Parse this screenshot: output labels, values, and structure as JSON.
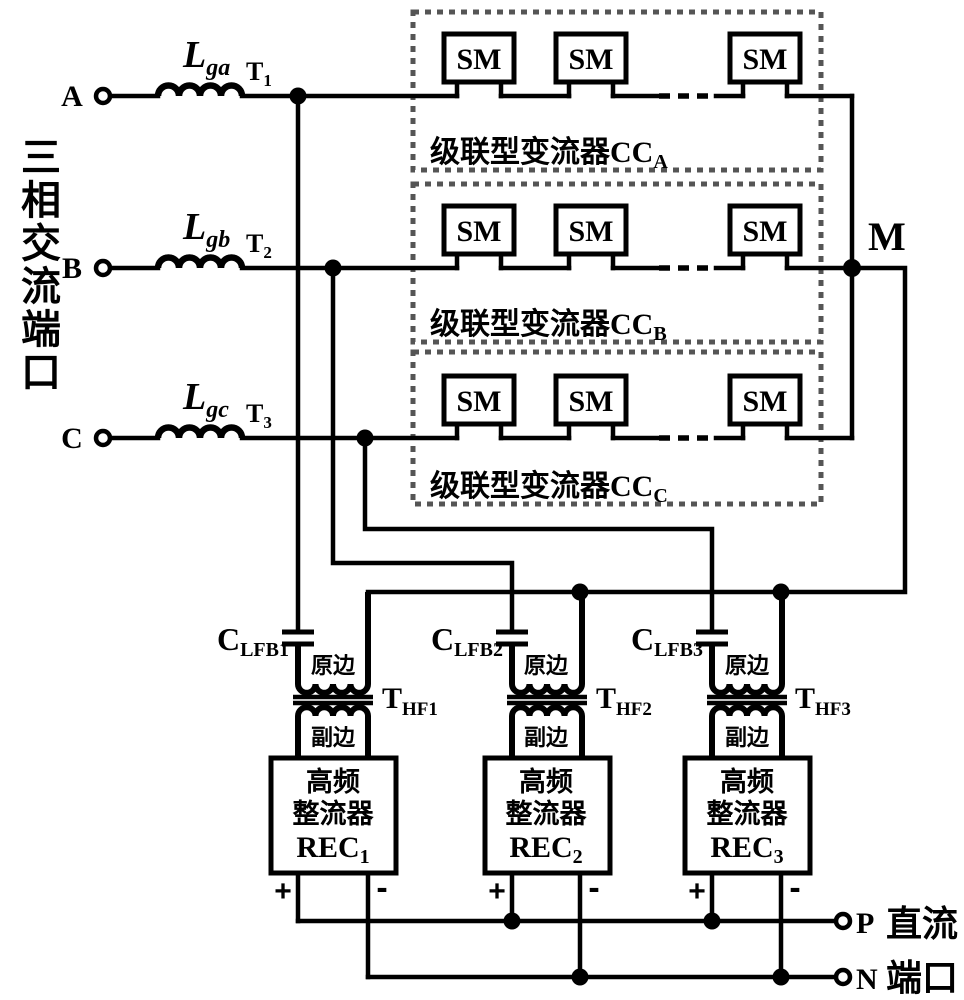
{
  "ac_port_label": "三相交流端口",
  "phases": [
    {
      "name": "A",
      "l_main": "L",
      "l_sub": "ga",
      "t_main": "T",
      "t_sub": "1"
    },
    {
      "name": "B",
      "l_main": "L",
      "l_sub": "gb",
      "t_main": "T",
      "t_sub": "2"
    },
    {
      "name": "C",
      "l_main": "L",
      "l_sub": "gc",
      "t_main": "T",
      "t_sub": "3"
    }
  ],
  "converters": [
    {
      "sm": "SM",
      "label_main": "级联型变流器CC",
      "label_sub": "A"
    },
    {
      "sm": "SM",
      "label_main": "级联型变流器CC",
      "label_sub": "B"
    },
    {
      "sm": "SM",
      "label_main": "级联型变流器CC",
      "label_sub": "C"
    }
  ],
  "mid_node": "M",
  "branches": [
    {
      "cap_main": "C",
      "cap_sub": "LFB1",
      "xfmr_main": "T",
      "xfmr_sub": "HF1",
      "primary": "原边",
      "secondary": "副边",
      "rec_cn1": "高频",
      "rec_cn2": "整流器",
      "rec_main": "REC",
      "rec_sub": "1",
      "plus": "+",
      "minus": "-"
    },
    {
      "cap_main": "C",
      "cap_sub": "LFB2",
      "xfmr_main": "T",
      "xfmr_sub": "HF2",
      "primary": "原边",
      "secondary": "副边",
      "rec_cn1": "高频",
      "rec_cn2": "整流器",
      "rec_main": "REC",
      "rec_sub": "2",
      "plus": "+",
      "minus": "-"
    },
    {
      "cap_main": "C",
      "cap_sub": "LFB3",
      "xfmr_main": "T",
      "xfmr_sub": "HF3",
      "primary": "原边",
      "secondary": "副边",
      "rec_cn1": "高频",
      "rec_cn2": "整流器",
      "rec_main": "REC",
      "rec_sub": "3",
      "plus": "+",
      "minus": "-"
    }
  ],
  "dc_port": {
    "p": "P",
    "n": "N",
    "caption1": "直流",
    "caption2": "端口"
  },
  "colors": {
    "ink": "#000000",
    "dashed_box": "#555555",
    "background": "#ffffff"
  }
}
